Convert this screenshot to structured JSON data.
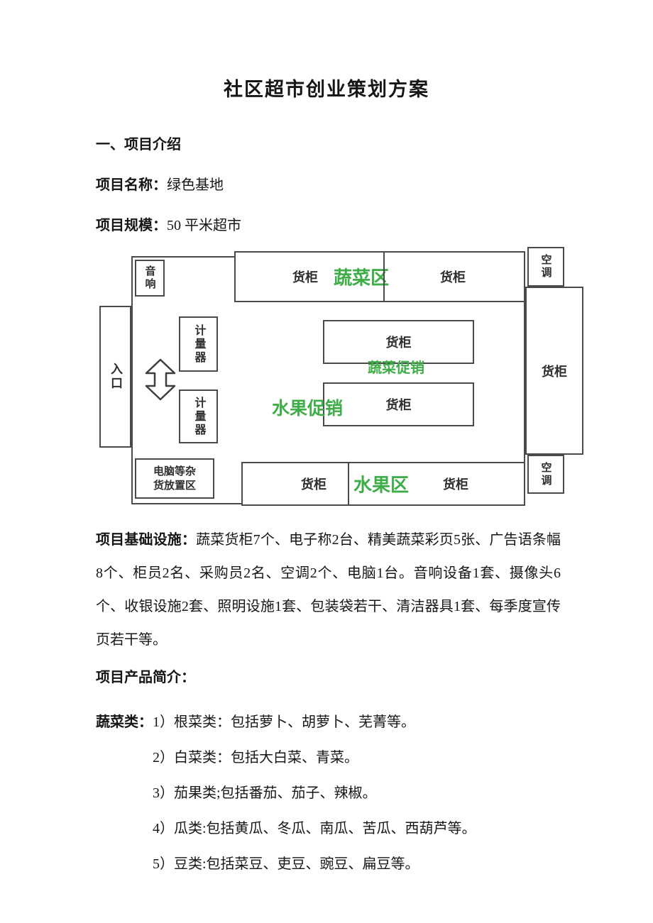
{
  "page": {
    "title": "社区超市创业策划方案",
    "section_heading": "一、项目介绍",
    "project_name_label": "项目名称：",
    "project_name_value": "绿色基地",
    "project_scale_label": "项目规模：",
    "project_scale_value": "50 平米超市",
    "infrastructure_label": "项目基础设施：",
    "infrastructure_text": "蔬菜货柜7个、电子称2台、精美蔬菜彩页5张、广告语条幅8个、柜员2名、采购员2名、空调2个、电脑1台。音响设备1套、摄像头6个、收银设施2套、照明设施1套、包装袋若干、清洁器具1套、每季度宣传页若干等。",
    "products_heading": "项目产品简介：",
    "vegetable_label": "蔬菜类：",
    "vegetable_items": [
      "1）根菜类：包括萝卜、胡萝卜、芜菁等。",
      "2）白菜类：包括大白菜、青菜。",
      "3）茄果类;包括番茄、茄子、辣椒。",
      "4）瓜类:包括黄瓜、冬瓜、南瓜、苦瓜、西葫芦等。",
      "5）豆类:包括菜豆、吏豆、豌豆、扁豆等。"
    ]
  },
  "floorplan": {
    "audio_box": "音响",
    "entrance": "入口",
    "top_shelf_left": "货柜",
    "vegetable_zone": "蔬菜区",
    "top_shelf_right": "货柜",
    "ac_top": "空调",
    "meter_top": "计量器",
    "meter_bottom": "计量器",
    "veg_promo_label": "蔬菜促销",
    "veg_promo_shelf": "货柜",
    "fruit_promo_label": "水果促销",
    "fruit_promo_shelf": "货柜",
    "right_shelf": "货柜",
    "ac_bottom": "空调",
    "computer_area_line1": "电脑等杂",
    "computer_area_line2": "货放置区",
    "bottom_shelf_left": "货柜",
    "fruit_zone": "水果区",
    "bottom_shelf_right": "货柜",
    "zone_green": "#3fae49"
  }
}
